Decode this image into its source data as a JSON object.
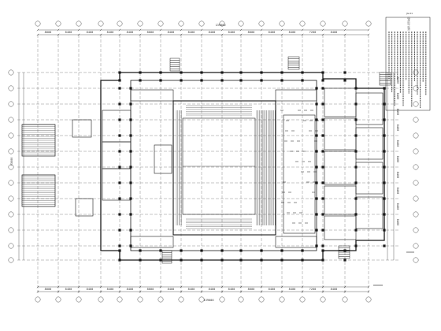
{
  "drawing": {
    "ink_color": "#1a1a1a",
    "paper_color": "#ffffff",
    "grid_bubble_icon": "circle-grid-bubble",
    "top_overall_dimension": "139000",
    "bottom_overall_dimension": "139000",
    "left_overall_dimension": "93000",
    "top_dimensions": [
      "8000",
      "8400",
      "8400",
      "8400",
      "8400",
      "8000",
      "8400",
      "8400",
      "8400",
      "8400",
      "8000",
      "8400",
      "8400",
      "7200",
      "8400"
    ],
    "bottom_dimensions": [
      "8000",
      "8400",
      "8400",
      "8400",
      "8400",
      "8000",
      "8400",
      "8400",
      "8400",
      "8400",
      "8000",
      "8400",
      "8400",
      "7200",
      "8400"
    ],
    "right_dimensions": [
      "8400",
      "8400",
      "8400",
      "8400",
      "8400",
      "8400",
      "8400",
      "8400",
      "8400",
      "8400"
    ],
    "notes_title": "结构设计说明",
    "sheet_code": "JG-01"
  }
}
